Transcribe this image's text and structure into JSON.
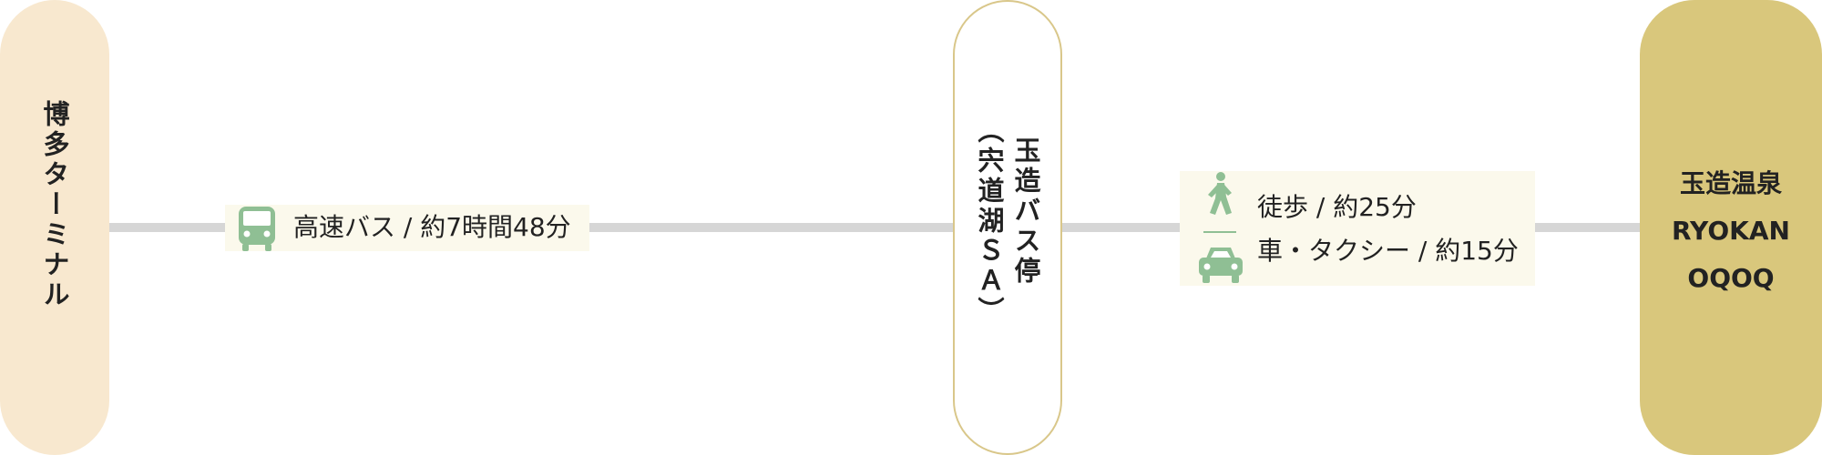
{
  "route": {
    "origin": {
      "label": "博多ターミナル"
    },
    "stop": {
      "label_main": "玉造バス停",
      "label_sub": "（宍道湖ＳＡ）"
    },
    "destination": {
      "label_lines": [
        "玉造温泉",
        "RYOKAN",
        "OQOQ"
      ]
    },
    "legs": [
      {
        "mode_icon": "bus-icon",
        "text": "高速バス / 約7時間48分"
      },
      {
        "mode_icon": "walk-icon",
        "text": "徒歩 / 約25分"
      },
      {
        "mode_icon": "car-icon",
        "text": "車・タクシー / 約15分"
      }
    ]
  },
  "colors": {
    "origin_fill": "#f8e8cf",
    "stop_border": "#d9c78a",
    "destination_fill": "#d9c77c",
    "line": "#d6d6d6",
    "icon_green": "#8fbf94",
    "label_box": "#fbf9ec"
  }
}
